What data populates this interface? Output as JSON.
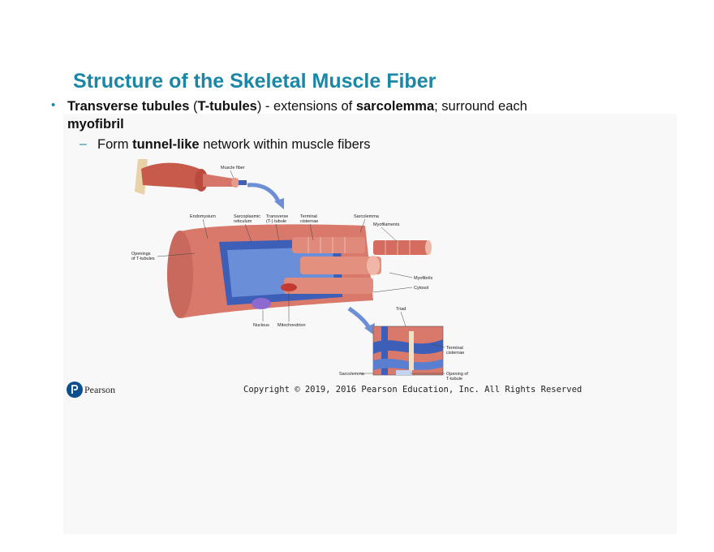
{
  "title": "Structure of the Skeletal Muscle Fiber",
  "bullet1": {
    "t1": "Transverse tubules",
    "t2": " (",
    "t3": "T-tubules",
    "t4": ") - extensions of ",
    "t5": "sarcolemma",
    "t6": "; surround each ",
    "t7": "myofibril"
  },
  "bullet2": {
    "t1": "Form ",
    "t2": "tunnel-like",
    "t3": " network within muscle fibers"
  },
  "diagram": {
    "labels": {
      "muscle_fiber": "Muscle fiber",
      "endomysium": "Endomysium",
      "sr1": "Sarcoplasmic",
      "sr2": "reticulum",
      "tt1": "Transverse",
      "tt2": "(T-) tubule",
      "tc1": "Terminal",
      "tc2": "cisternae",
      "sarcolemma": "Sarcolemma",
      "myofilaments": "Myofilaments",
      "openings1": "Openings",
      "openings2": "of T-tubules",
      "myofibrils": "Myofibrils",
      "cytosol": "Cytosol",
      "nucleus": "Nucleus",
      "mitochondrion": "Mitochondrion",
      "triad": "Triad",
      "tc_inset1": "Terminal",
      "tc_inset2": "cisternae",
      "sarcolemma_inset": "Sarcolemma",
      "opening1": "Opening of",
      "opening2": "T-tubule"
    }
  },
  "footer": {
    "brand": "Pearson",
    "copyright": "Copyright © 2019, 2016 Pearson Education, Inc. All Rights Reserved"
  },
  "colors": {
    "title": "#1b87a6",
    "muscle": "#d9796b",
    "tubule_blue": "#3d5fb8"
  }
}
